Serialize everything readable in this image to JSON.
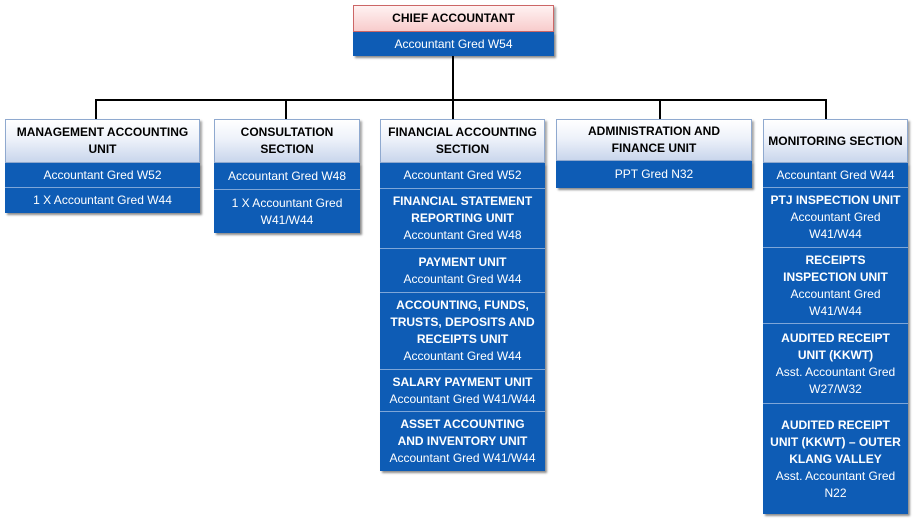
{
  "chief": {
    "title": "CHIEF ACCOUNTANT",
    "grade": "Accountant  Gred  W54"
  },
  "sections": [
    {
      "title": "MANAGEMENT ACCOUNTING UNIT",
      "cells": [
        {
          "grade": "Accountant  Gred  W52"
        },
        {
          "grade": "1 X Accountant  Gred  W44"
        }
      ]
    },
    {
      "title": "CONSULTATION SECTION",
      "cells": [
        {
          "grade": "Accountant  Gred  W48"
        },
        {
          "grade": "1 X Accountant  Gred W41/W44"
        }
      ]
    },
    {
      "title": "FINANCIAL ACCOUNTING SECTION",
      "cells": [
        {
          "grade": "Accountant  Gred  W52"
        },
        {
          "title": "FINANCIAL STATEMENT REPORTING  UNIT",
          "grade": "Accountant  Gred  W48"
        },
        {
          "title": "PAYMENT UNIT",
          "grade": "Accountant  Gred  W44"
        },
        {
          "title": "ACCOUNTING, FUNDS, TRUSTS, DEPOSITS AND RECEIPTS  UNIT",
          "grade": "Accountant  Gred  W44"
        },
        {
          "title": "SALARY PAYMENT UNIT",
          "grade": "Accountant  Gred  W41/W44"
        },
        {
          "title": "ASSET ACCOUNTING AND INVENTORY UNIT",
          "grade": "Accountant  Gred  W41/W44"
        }
      ]
    },
    {
      "title": "ADMINISTRATION AND FINANCE UNIT",
      "cells": [
        {
          "grade": "PPT Gred N32"
        }
      ]
    },
    {
      "title": "MONITORING SECTION",
      "cells": [
        {
          "grade": "Accountant  Gred  W44"
        },
        {
          "title": "PTJ INSPECTION UNIT",
          "grade": "Accountant  Gred W41/W44"
        },
        {
          "title": "RECEIPTS INSPECTION UNIT",
          "grade": "Accountant  Gred W41/W44"
        },
        {
          "title": "AUDITED RECEIPT UNIT (KKWT)",
          "grade": "Asst. Accountant  Gred W27/W32"
        },
        {
          "title": "AUDITED RECEIPT UNIT (KKWT) – OUTER KLANG VALLEY",
          "grade": "Asst. Accountant  Gred N22"
        }
      ]
    }
  ]
}
